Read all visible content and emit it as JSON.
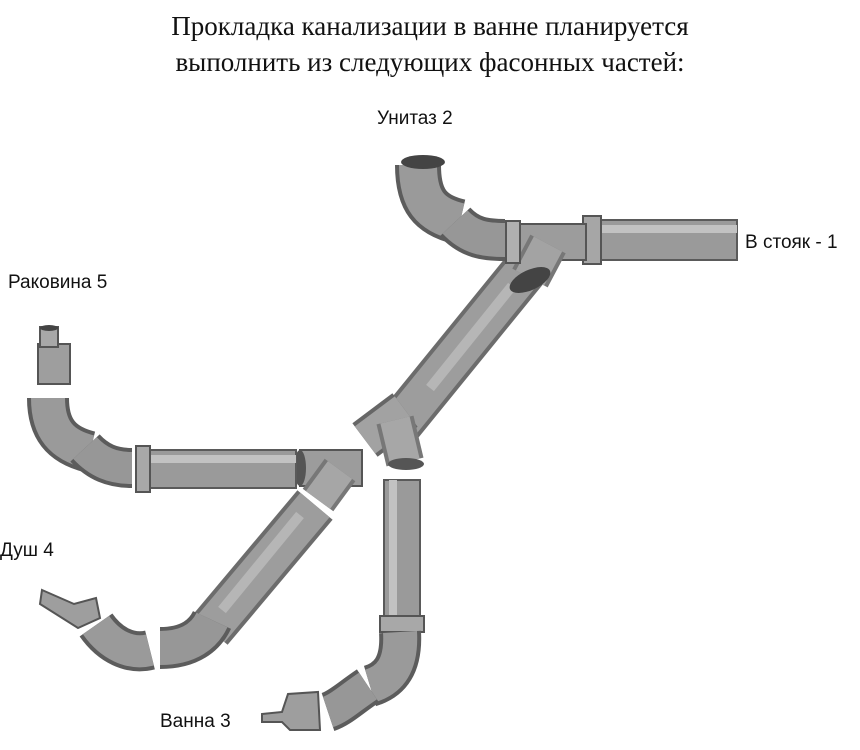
{
  "title": {
    "line1": "Прокладка канализации в ванне планируется",
    "line2": "выполнить из следующих фасонных частей:"
  },
  "labels": {
    "toilet": "Унитаз 2",
    "riser": "В стояк - 1",
    "sink": "Раковина 5",
    "shower": "Душ 4",
    "bath": "Ванна 3"
  },
  "colors": {
    "pipe": "#8e8e8e",
    "pipe_light": "#c4c4c4",
    "pipe_dark": "#555555"
  }
}
